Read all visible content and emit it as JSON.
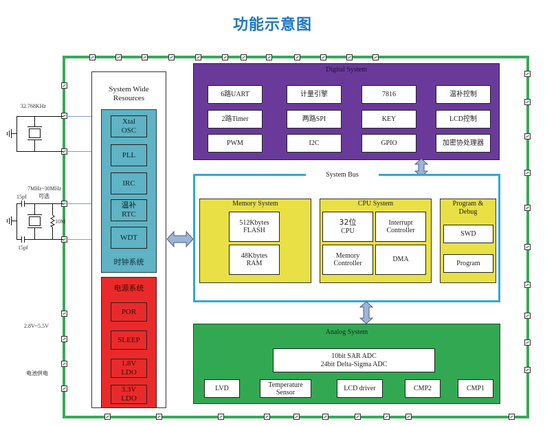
{
  "title": "功能示意图",
  "colors": {
    "title": "#1e78c2",
    "outer_bus": "#3aa858",
    "digital": "#6a3a9a",
    "system_bus": "#2ea8dc",
    "memory_cpu_debug": "#e8e045",
    "analog": "#33a852",
    "clock": "#5fb3c4",
    "power": "#ea2a2a"
  },
  "external": {
    "crystal1_freq": "32.768KHz",
    "crystal2_freq": "7MHz~30MHz",
    "crystal2_note": "可选",
    "cap_top": "15pf",
    "cap_bottom": "15pf",
    "resistor": "10M",
    "voltage": "2.8V~5.5V",
    "battery": "电池供电"
  },
  "system_wide": {
    "title_line1": "System Wide",
    "title_line2": "Resources",
    "clock": {
      "label": "时钟系统",
      "items": [
        {
          "l1": "Xtal",
          "l2": "OSC"
        },
        {
          "l1": "PLL",
          "l2": ""
        },
        {
          "l1": "IRC",
          "l2": ""
        },
        {
          "l1": "温补",
          "l2": "RTC"
        },
        {
          "l1": "WDT",
          "l2": ""
        }
      ]
    },
    "power": {
      "label": "电源系统",
      "items": [
        {
          "l1": "POR",
          "l2": ""
        },
        {
          "l1": "SLEEP",
          "l2": ""
        },
        {
          "l1": "1.8V",
          "l2": "LDO"
        },
        {
          "l1": "3.3V",
          "l2": "LDO"
        }
      ]
    }
  },
  "digital": {
    "title": "Digital System",
    "items": [
      "6路UART",
      "计量引擎",
      "7816",
      "温补控制",
      "2路Timer",
      "两路SPI",
      "KEY",
      "LCD控制",
      "PWM",
      "I2C",
      "GPIO",
      "加密协处理器"
    ]
  },
  "system_bus": {
    "title": "System Bus",
    "memory": {
      "title": "Memory System",
      "items": [
        {
          "l1": "512Kbytes",
          "l2": "FLASH"
        },
        {
          "l1": "48Kbytes",
          "l2": "RAM"
        }
      ]
    },
    "cpu": {
      "title": "CPU System",
      "items": [
        {
          "l1": "32位",
          "l2": "CPU"
        },
        {
          "l1": "Interrupt",
          "l2": "Controller"
        },
        {
          "l1": "Memory",
          "l2": "Controller"
        },
        {
          "l1": "DMA",
          "l2": ""
        }
      ]
    },
    "debug": {
      "title_line1": "Program &",
      "title_line2": "Debug",
      "items": [
        "SWD",
        "Program"
      ]
    }
  },
  "analog": {
    "title": "Analog System",
    "adc_line1": "10bit  SAR ADC",
    "adc_line2": "24bit  Delta-Sigma ADC",
    "items": [
      {
        "l1": "LVD",
        "l2": ""
      },
      {
        "l1": "Temperature",
        "l2": "Sensor"
      },
      {
        "l1": "LCD  driver",
        "l2": ""
      },
      {
        "l1": "CMP2",
        "l2": ""
      },
      {
        "l1": "CMP1",
        "l2": ""
      }
    ]
  }
}
